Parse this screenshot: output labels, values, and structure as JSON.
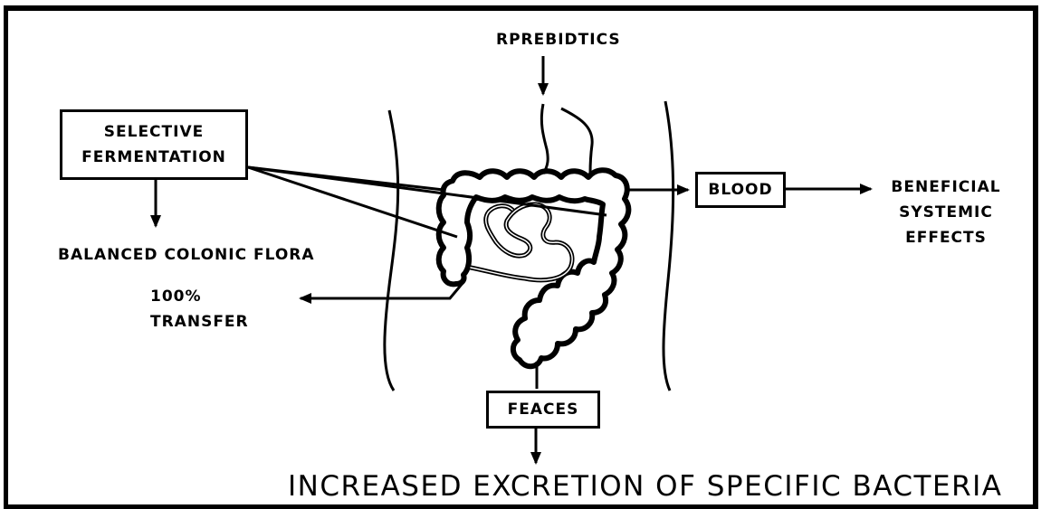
{
  "diagram": {
    "input_label": "RPREBIDTICS",
    "selective_fermentation": [
      "SELECTIVE",
      "FERMENTATION"
    ],
    "balanced_flora": "BALANCED  COLONIC FLORA",
    "transfer": [
      "100%",
      "TRANSFER"
    ],
    "blood": "BLOOD",
    "effects": [
      "BENEFICIAL",
      "SYSTEMIC",
      "EFFECTS"
    ],
    "feaces": "FEACES",
    "caption": "INCREASED  EXCRETION  OF SPECIFIC  BACTERIA"
  }
}
